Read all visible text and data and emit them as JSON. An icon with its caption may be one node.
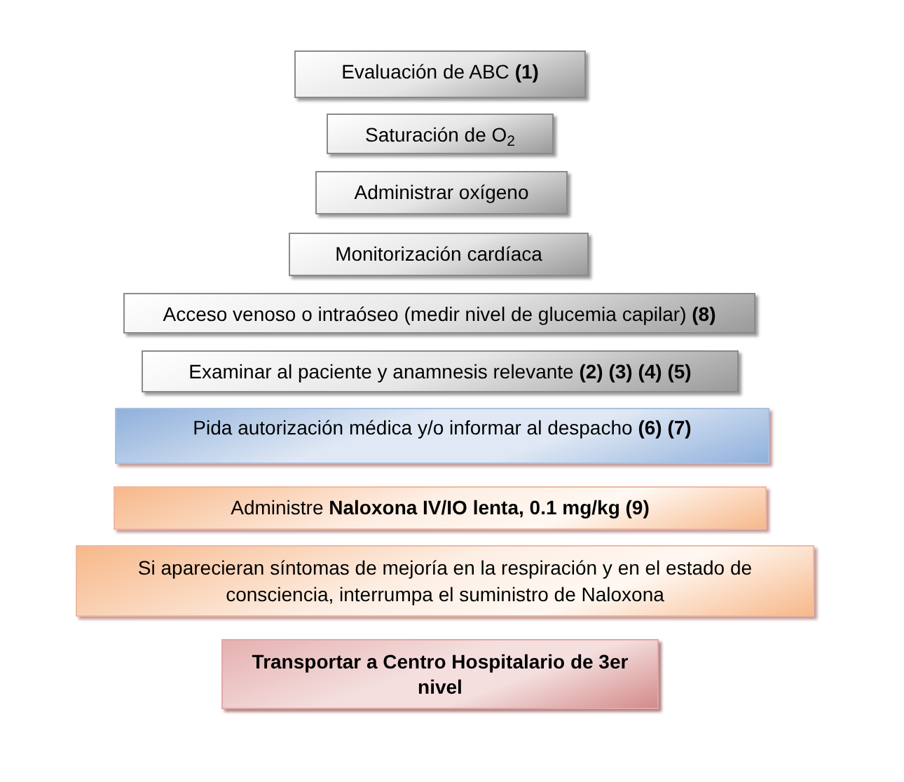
{
  "diagram": {
    "nodes": [
      {
        "text": [
          "Evaluación de ABC **(1)**"
        ]
      },
      {
        "text": [
          "Saturación de O$_{2}$"
        ]
      },
      {
        "text": [
          "Administrar oxígeno"
        ]
      },
      {
        "text": [
          "Monitorización cardíaca"
        ]
      },
      {
        "text": [
          "Acceso venoso o intraóseo (medir nivel de glucemia capilar) **(8)**"
        ]
      },
      {
        "text": [
          "Examinar al paciente y anamnesis relevante **(2) (3) (4) (5)**"
        ]
      },
      {
        "text": [
          "Pida autorización médica y/o informar al despacho **(6) (7)**"
        ]
      },
      {
        "text": [
          "Administre **Naloxona IV/IO lenta, 0.1 mg/kg (9)**"
        ]
      },
      {
        "text": [
          "Si aparecieran síntomas de mejoría en la respiración y en el estado de consciencia, interrumpa el suministro de Naloxona"
        ]
      },
      {
        "text": [
          "Transportar a Centro Hospitalario de 3er nivel"
        ]
      }
    ]
  }
}
